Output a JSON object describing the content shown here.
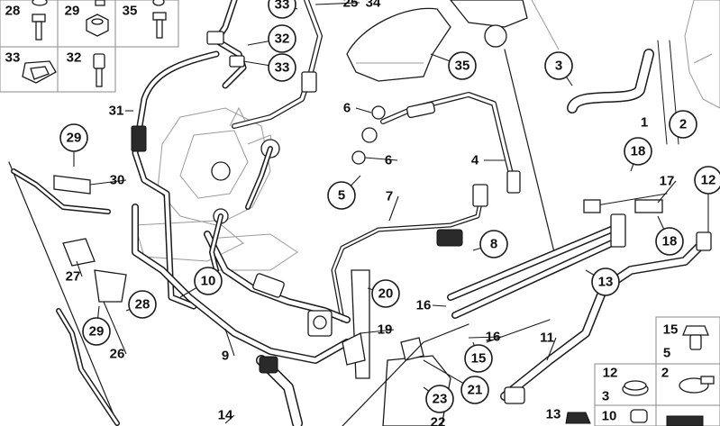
{
  "callouts_circled": [
    "33",
    "32",
    "33",
    "35",
    "3",
    "2",
    "29",
    "12",
    "18",
    "18",
    "5",
    "8",
    "20",
    "10",
    "28",
    "29",
    "13",
    "15",
    "21",
    "23"
  ],
  "labels_plain": [
    "25",
    "34",
    "31",
    "1",
    "6",
    "6",
    "4",
    "30",
    "7",
    "17",
    "27",
    "26",
    "16",
    "16",
    "19",
    "9",
    "11",
    "14",
    "22"
  ],
  "legend_left": {
    "cells": [
      "28",
      "29",
      "35",
      "33",
      "32"
    ]
  },
  "legend_right": {
    "cells": [
      "15",
      "5",
      "12",
      "3",
      "2",
      "13",
      "10"
    ]
  }
}
